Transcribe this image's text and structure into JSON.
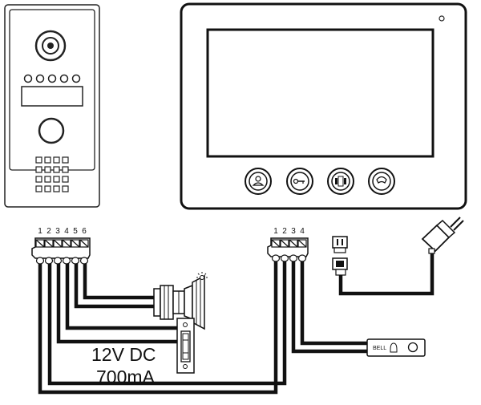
{
  "door_station": {
    "terminal_numbers": [
      "1",
      "2",
      "3",
      "4",
      "5",
      "6"
    ]
  },
  "monitor": {
    "terminal_numbers": [
      "1",
      "2",
      "3",
      "4"
    ],
    "buttons": [
      "intercom-icon",
      "unlock-key-icon",
      "gate-icon",
      "handset-icon"
    ]
  },
  "lock": {
    "voltage_label": "12V DC",
    "current_label": "700mA"
  },
  "bell_button": {
    "label": "BELL"
  }
}
